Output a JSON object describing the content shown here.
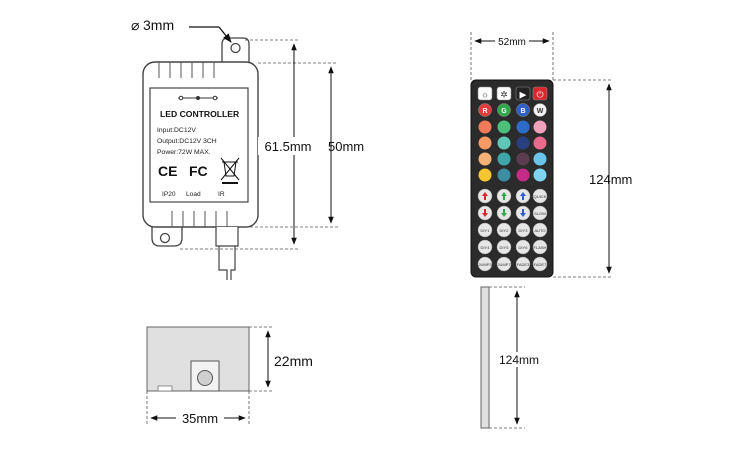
{
  "dimensions": {
    "hole": "3mm",
    "height_total": "61.5mm",
    "height_body": "50mm",
    "side_height": "22mm",
    "side_width": "35mm",
    "remote_width": "52mm",
    "remote_height": "124mm",
    "remote_side_height": "124mm"
  },
  "label": {
    "title": "LED CONTROLLER",
    "specs": [
      "Input:DC12V",
      "Output:DC12V 3CH",
      "Power:72W MAX."
    ],
    "ce": "CE",
    "fc": "FC",
    "ports": [
      "IP20",
      "Load",
      "IR"
    ]
  },
  "remote": {
    "top_buttons": [
      {
        "name": "brightness-up-icon",
        "glyph": "☼",
        "bg": "#ffffff",
        "fg": "#333333"
      },
      {
        "name": "brightness-down-icon",
        "glyph": "✲",
        "bg": "#ffffff",
        "fg": "#333333"
      },
      {
        "name": "play-pause-icon",
        "glyph": "▶",
        "bg": "#222222",
        "fg": "#ffffff"
      },
      {
        "name": "power-icon",
        "glyph": "⏻",
        "bg": "#d9262d",
        "fg": "#ffffff"
      }
    ],
    "rgbw_row": [
      {
        "label": "R",
        "color": "#e23b3b"
      },
      {
        "label": "G",
        "color": "#2fa84a"
      },
      {
        "label": "B",
        "color": "#2f5fc4"
      },
      {
        "label": "W",
        "color": "#f2f2f2"
      }
    ],
    "color_rows": [
      [
        "#f07a5a",
        "#4cbf7a",
        "#2d6bc9",
        "#f0a0b8"
      ],
      [
        "#f59a64",
        "#5ec7b5",
        "#28407f",
        "#e96a8c"
      ],
      [
        "#f4b278",
        "#3fa7a8",
        "#5b3b4e",
        "#6ac4ea"
      ],
      [
        "#f6c630",
        "#3c8fa3",
        "#c42c88",
        "#7fd3ef"
      ]
    ],
    "diy_rows": [
      [
        {
          "label": "",
          "kind": "arrow",
          "dir": "up",
          "color": "#d9262d"
        },
        {
          "label": "",
          "kind": "arrow",
          "dir": "up",
          "color": "#2fa84a"
        },
        {
          "label": "",
          "kind": "arrow",
          "dir": "up",
          "color": "#2f5fc4"
        },
        {
          "label": "QUICK",
          "kind": "text"
        }
      ],
      [
        {
          "label": "",
          "kind": "arrow",
          "dir": "down",
          "color": "#d9262d"
        },
        {
          "label": "",
          "kind": "arrow",
          "dir": "down",
          "color": "#2fa84a"
        },
        {
          "label": "",
          "kind": "arrow",
          "dir": "down",
          "color": "#2f5fc4"
        },
        {
          "label": "SLOW",
          "kind": "text"
        }
      ],
      [
        {
          "label": "DIY1",
          "kind": "text"
        },
        {
          "label": "DIY2",
          "kind": "text"
        },
        {
          "label": "DIY3",
          "kind": "text"
        },
        {
          "label": "AUTO",
          "kind": "text"
        }
      ],
      [
        {
          "label": "DIY4",
          "kind": "text"
        },
        {
          "label": "DIY5",
          "kind": "text"
        },
        {
          "label": "DIY6",
          "kind": "text"
        },
        {
          "label": "FLASH",
          "kind": "text"
        }
      ],
      [
        {
          "label": "JUMP3",
          "kind": "text"
        },
        {
          "label": "JUMP7",
          "kind": "text"
        },
        {
          "label": "FADE3",
          "kind": "text"
        },
        {
          "label": "FADE7",
          "kind": "text"
        }
      ]
    ]
  }
}
